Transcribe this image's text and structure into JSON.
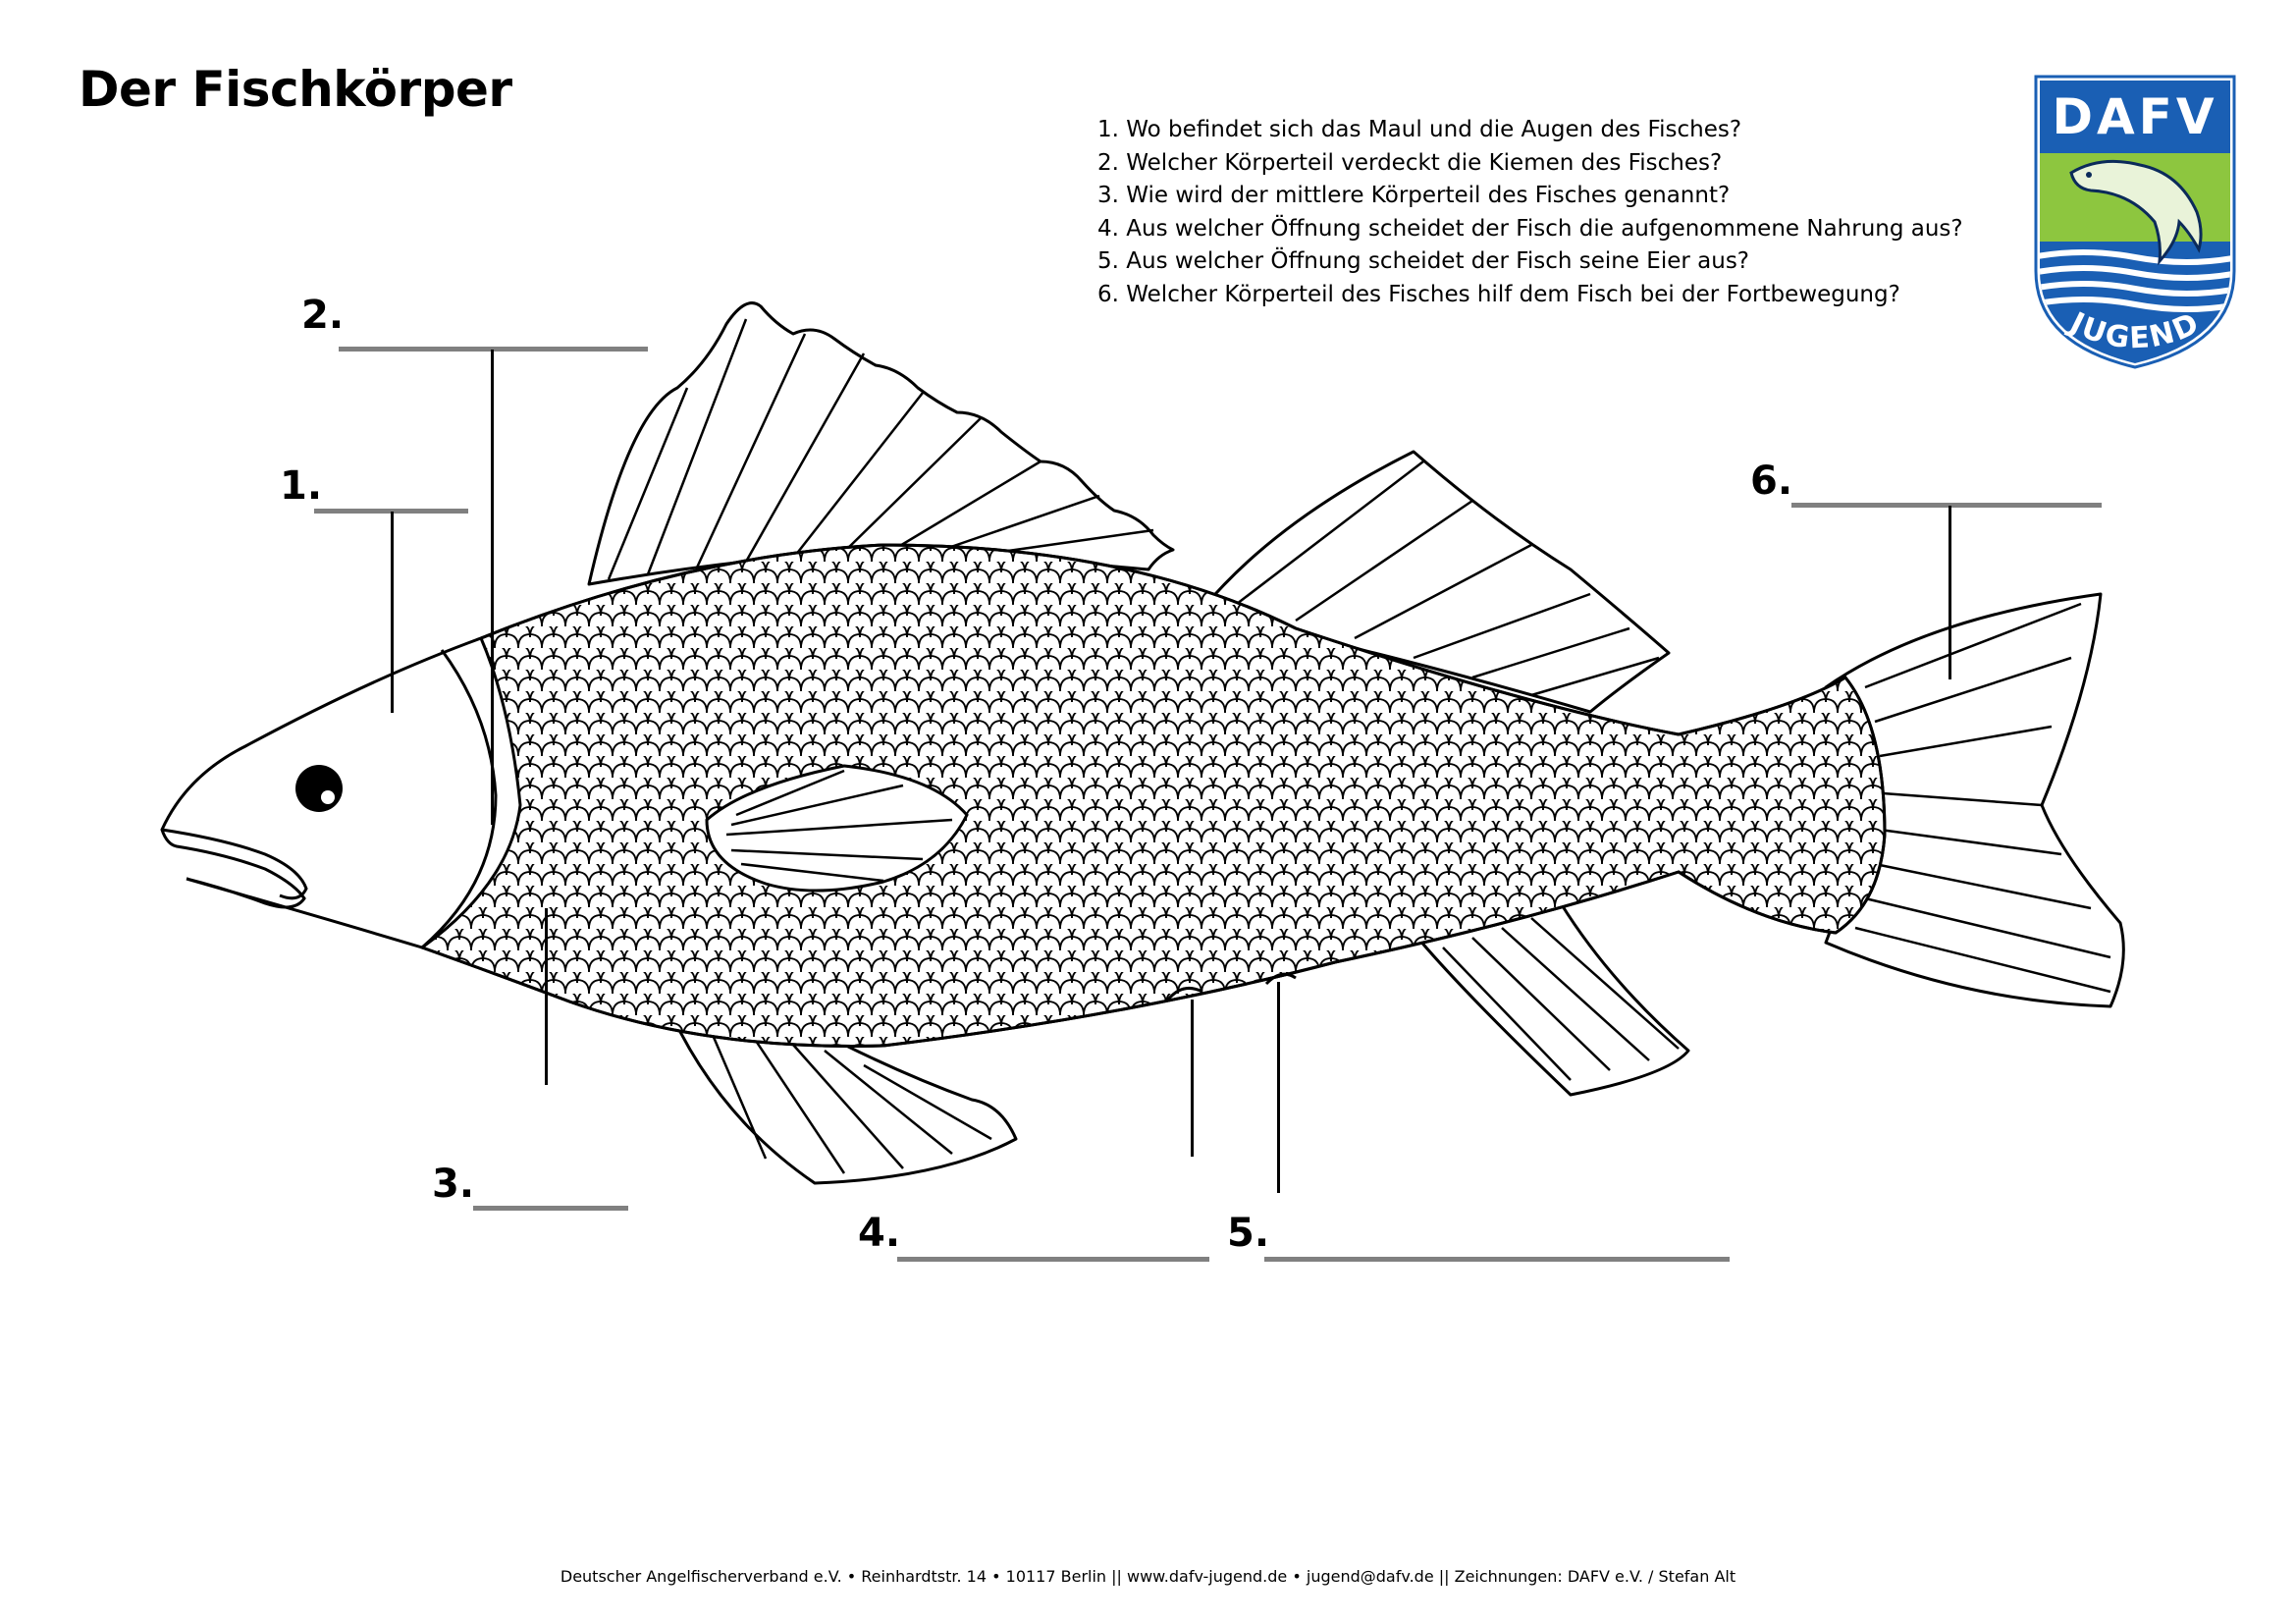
{
  "page": {
    "title": "Der Fischkörper"
  },
  "questions": [
    "1. Wo befindet sich das Maul und die Augen des Fisches?",
    "2. Welcher Körperteil verdeckt die Kiemen des Fisches?",
    "3. Wie wird der mittlere Körperteil des Fisches genannt?",
    "4. Aus welcher Öffnung scheidet der Fisch die aufgenommene Nahrung aus?",
    "5. Aus welcher Öffnung scheidet der Fisch seine Eier aus?",
    "6. Welcher Körperteil des Fisches hilf dem Fisch bei der Fortbewegung?"
  ],
  "labels": {
    "l1": "1.",
    "l2": "2.",
    "l3": "3.",
    "l4": "4.",
    "l5": "5.",
    "l6": "6."
  },
  "logo": {
    "top_text": "DAFV",
    "bottom_text": "JUGEND",
    "icon": "trout-logo-icon",
    "color_green": "#8dc63f",
    "color_blue": "#1a5fb4"
  },
  "footer": "Deutscher Angelfischerverband e.V. • Reinhardtstr. 14 • 10117 Berlin || www.dafv-jugend.de • jugend@dafv.de || Zeichnungen: DAFV e.V. / Stefan Alt"
}
